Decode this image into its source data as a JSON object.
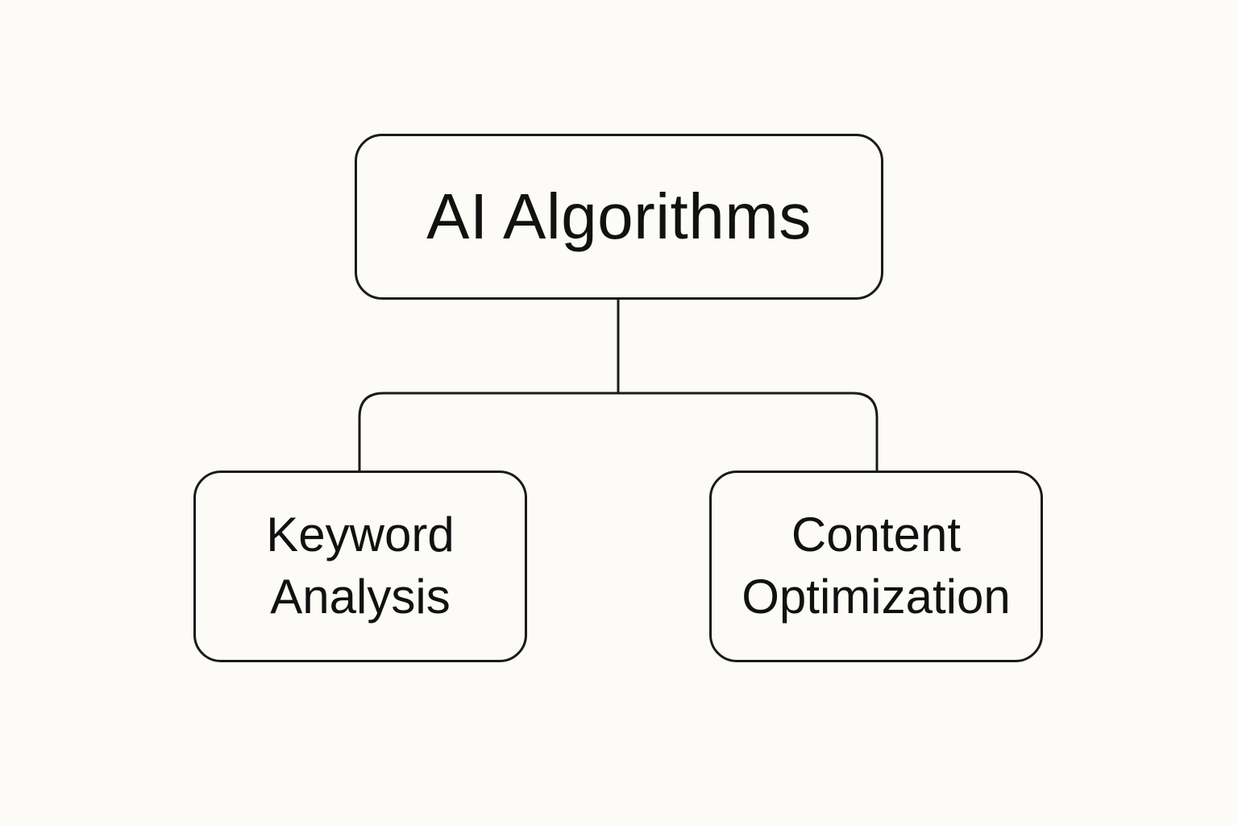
{
  "diagram": {
    "root": {
      "label": "AI Algorithms"
    },
    "children": [
      {
        "line1": "Keyword",
        "line2": "Analysis"
      },
      {
        "line1": "Content",
        "line2": "Optimization"
      }
    ]
  },
  "colors": {
    "background": "#fcfbf7",
    "stroke": "#1a1a1a",
    "text": "#111111"
  }
}
